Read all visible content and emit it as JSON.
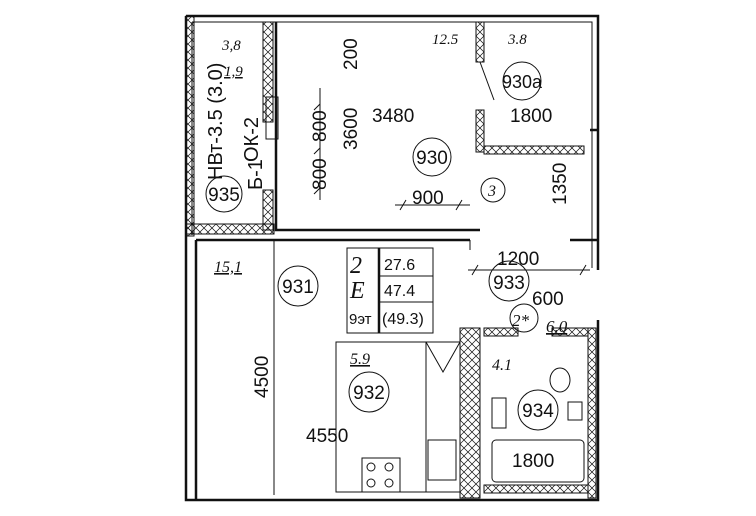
{
  "rooms": {
    "balcony": {
      "id": "935",
      "area_top": "3,8",
      "area_bottom": "1,9",
      "label_vertical": "НВт-3.5 (3.0)",
      "window": "ОК-2",
      "door": "Б-1"
    },
    "room_930": {
      "id": "930",
      "area": "12.5"
    },
    "closet_930a": {
      "id": "930а",
      "area": "3.8"
    },
    "room_931": {
      "id": "931",
      "area": "15,1"
    },
    "kitchen_932": {
      "id": "932",
      "area": "5.9"
    },
    "hall_933": {
      "id": "933",
      "area": "6.0",
      "marker": "2*"
    },
    "bath_934": {
      "id": "934",
      "area": "4.1"
    },
    "marker_3": "3"
  },
  "dimensions": [
    "200",
    "3600",
    "3480",
    "1800",
    "800",
    "800",
    "900",
    "1350",
    "1200",
    "600",
    "4500",
    "4550",
    "1800"
  ],
  "info_table": {
    "rooms_count": "2",
    "type": "Е",
    "floor": "9эт",
    "living_area": "27.6",
    "total_area": "47.4",
    "total_with_balcony": "(49.3)"
  }
}
